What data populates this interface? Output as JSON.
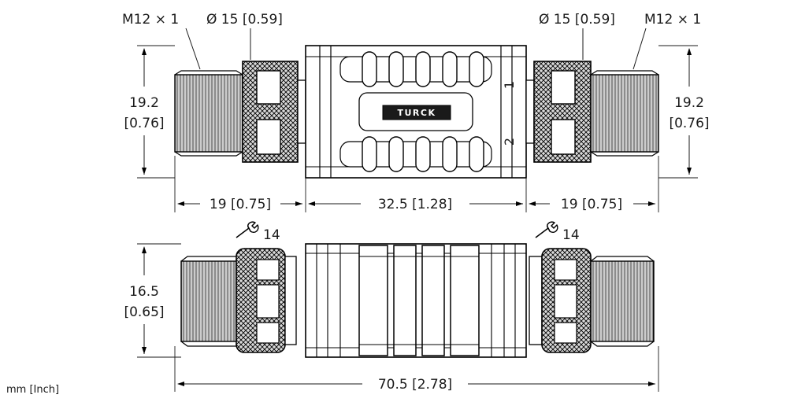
{
  "labels": {
    "thread_left": "M12 × 1",
    "thread_right": "M12 × 1",
    "diameter_left": "Ø 15 [0.59]",
    "diameter_right": "Ø 15 [0.59]",
    "height_top_left_mm": "19.2",
    "height_top_left_in": "[0.76]",
    "height_top_right_mm": "19.2",
    "height_top_right_in": "[0.76]",
    "length_left": "19 [0.75]",
    "length_center": "32.5 [1.28]",
    "length_right": "19 [0.75]",
    "wrench_left": "14",
    "wrench_right": "14",
    "height_bottom_mm": "16.5",
    "height_bottom_in": "[0.65]",
    "length_total": "70.5 [2.78]",
    "units": "mm [Inch]",
    "brand": "TURCK",
    "pin_1": "1",
    "pin_2": "2"
  },
  "colors": {
    "line": "#000000",
    "knurl_fill": "#d9d9d9",
    "brand_plate": "#1a1a1a"
  },
  "icons": [
    "wrench-icon",
    "dimension-arrow-icon",
    "diameter-symbol-icon"
  ]
}
